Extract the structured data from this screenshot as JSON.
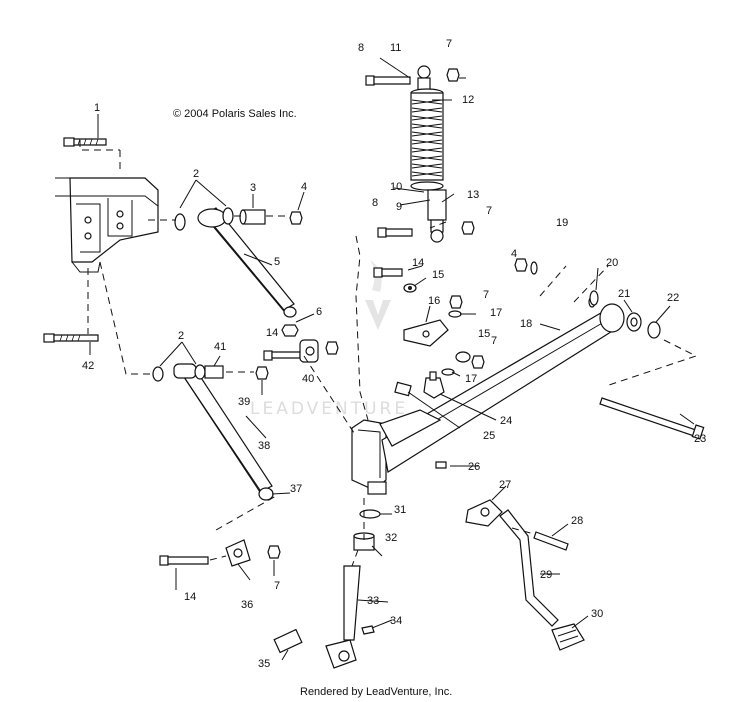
{
  "copyright": "© 2004 Polaris Sales Inc.",
  "footer": "Rendered by LeadVenture, Inc.",
  "watermark": "LEADVENTURE",
  "callouts": [
    "1",
    "2",
    "2",
    "3",
    "4",
    "4",
    "5",
    "6",
    "7",
    "7",
    "7",
    "7",
    "7",
    "8",
    "8",
    "9",
    "10",
    "11",
    "12",
    "13",
    "14",
    "14",
    "14",
    "15",
    "15",
    "16",
    "17",
    "17",
    "18",
    "19",
    "20",
    "21",
    "22",
    "23",
    "24",
    "25",
    "26",
    "27",
    "28",
    "29",
    "30",
    "31",
    "32",
    "33",
    "34",
    "35",
    "36",
    "37",
    "38",
    "39",
    "40",
    "41",
    "42"
  ]
}
